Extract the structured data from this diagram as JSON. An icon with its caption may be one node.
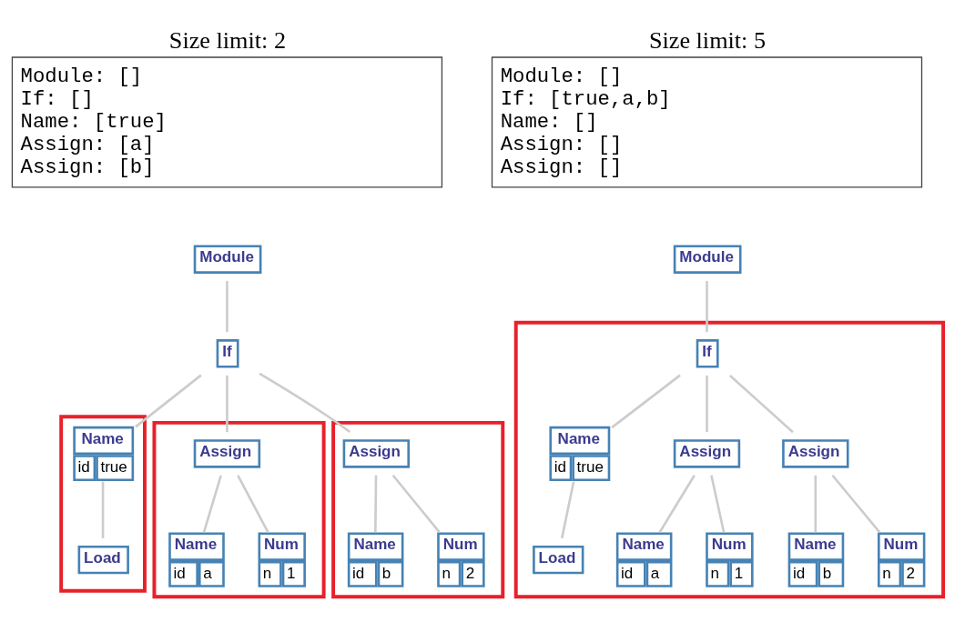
{
  "diagram": {
    "nodes": [
      {
        "text": [
          "Size limit: 2",
          "Module: []",
          "If: []",
          "Name: [true]",
          "Assign: [a]",
          "Assign: [b]"
        ]
      },
      {
        "text": [
          "Module"
        ]
      },
      {
        "text": [
          "If"
        ]
      },
      {
        "text": [],
        "shape": "box"
      },
      {
        "text": [
          "Name",
          "id",
          "true"
        ],
        "in": 3
      },
      {
        "text": [
          "Load"
        ],
        "in": 3
      },
      {
        "text": [],
        "shape": "box"
      },
      {
        "text": [
          "Assign"
        ],
        "in": 6
      },
      {
        "text": [
          "Name",
          "id",
          "a"
        ],
        "in": 6
      },
      {
        "text": [
          "Num",
          "n",
          "1"
        ],
        "in": 6
      },
      {
        "text": [],
        "shape": "box"
      },
      {
        "text": [
          "Assign"
        ],
        "in": 10
      },
      {
        "text": [
          "Name",
          "id",
          "b"
        ],
        "in": 10
      },
      {
        "text": [
          "Num",
          "n",
          "2"
        ],
        "in": 10
      },
      {
        "text": [
          "Size limit: 5",
          "Module: []",
          "If: [true,a,b]",
          "Name: []",
          "Assign: []",
          "Assign: []"
        ]
      },
      {
        "text": [
          "Module"
        ]
      },
      {
        "text": [],
        "shape": "box"
      },
      {
        "text": [
          "If"
        ],
        "in": 16
      },
      {
        "text": [
          "Name",
          "id",
          "true"
        ],
        "in": 16
      },
      {
        "text": [
          "Load"
        ],
        "in": 16
      },
      {
        "text": [
          "Assign"
        ],
        "in": 16
      },
      {
        "text": [
          "Name",
          "id",
          "a"
        ],
        "in": 16
      },
      {
        "text": [
          "Num",
          "n",
          "1"
        ],
        "in": 16
      },
      {
        "text": [
          "Assign"
        ],
        "in": 16
      },
      {
        "text": [
          "Name",
          "id",
          "b"
        ],
        "in": 16
      },
      {
        "text": [
          "Num",
          "n",
          "2"
        ],
        "in": 16
      }
    ],
    "edges": [
      {
        "from": 1,
        "to": 2,
        "arrow": "none"
      },
      {
        "from": 2,
        "to": 4,
        "arrow": "none"
      },
      {
        "from": 2,
        "to": 7,
        "arrow": "none"
      },
      {
        "from": 2,
        "to": 11,
        "arrow": "none"
      },
      {
        "from": 4,
        "to": 5,
        "arrow": "none"
      },
      {
        "from": 7,
        "to": 8,
        "arrow": "none"
      },
      {
        "from": 7,
        "to": 9,
        "arrow": "none"
      },
      {
        "from": 11,
        "to": 12,
        "arrow": "none"
      },
      {
        "from": 11,
        "to": 13,
        "arrow": "none"
      },
      {
        "from": 15,
        "to": 17,
        "arrow": "none"
      },
      {
        "from": 17,
        "to": 18,
        "arrow": "none"
      },
      {
        "from": 17,
        "to": 20,
        "arrow": "none"
      },
      {
        "from": 17,
        "to": 23,
        "arrow": "none"
      },
      {
        "from": 18,
        "to": 19,
        "arrow": "none"
      },
      {
        "from": 20,
        "to": 21,
        "arrow": "none"
      },
      {
        "from": 20,
        "to": 22,
        "arrow": "none"
      },
      {
        "from": 23,
        "to": 24,
        "arrow": "none"
      },
      {
        "from": 23,
        "to": 25,
        "arrow": "none"
      }
    ]
  }
}
